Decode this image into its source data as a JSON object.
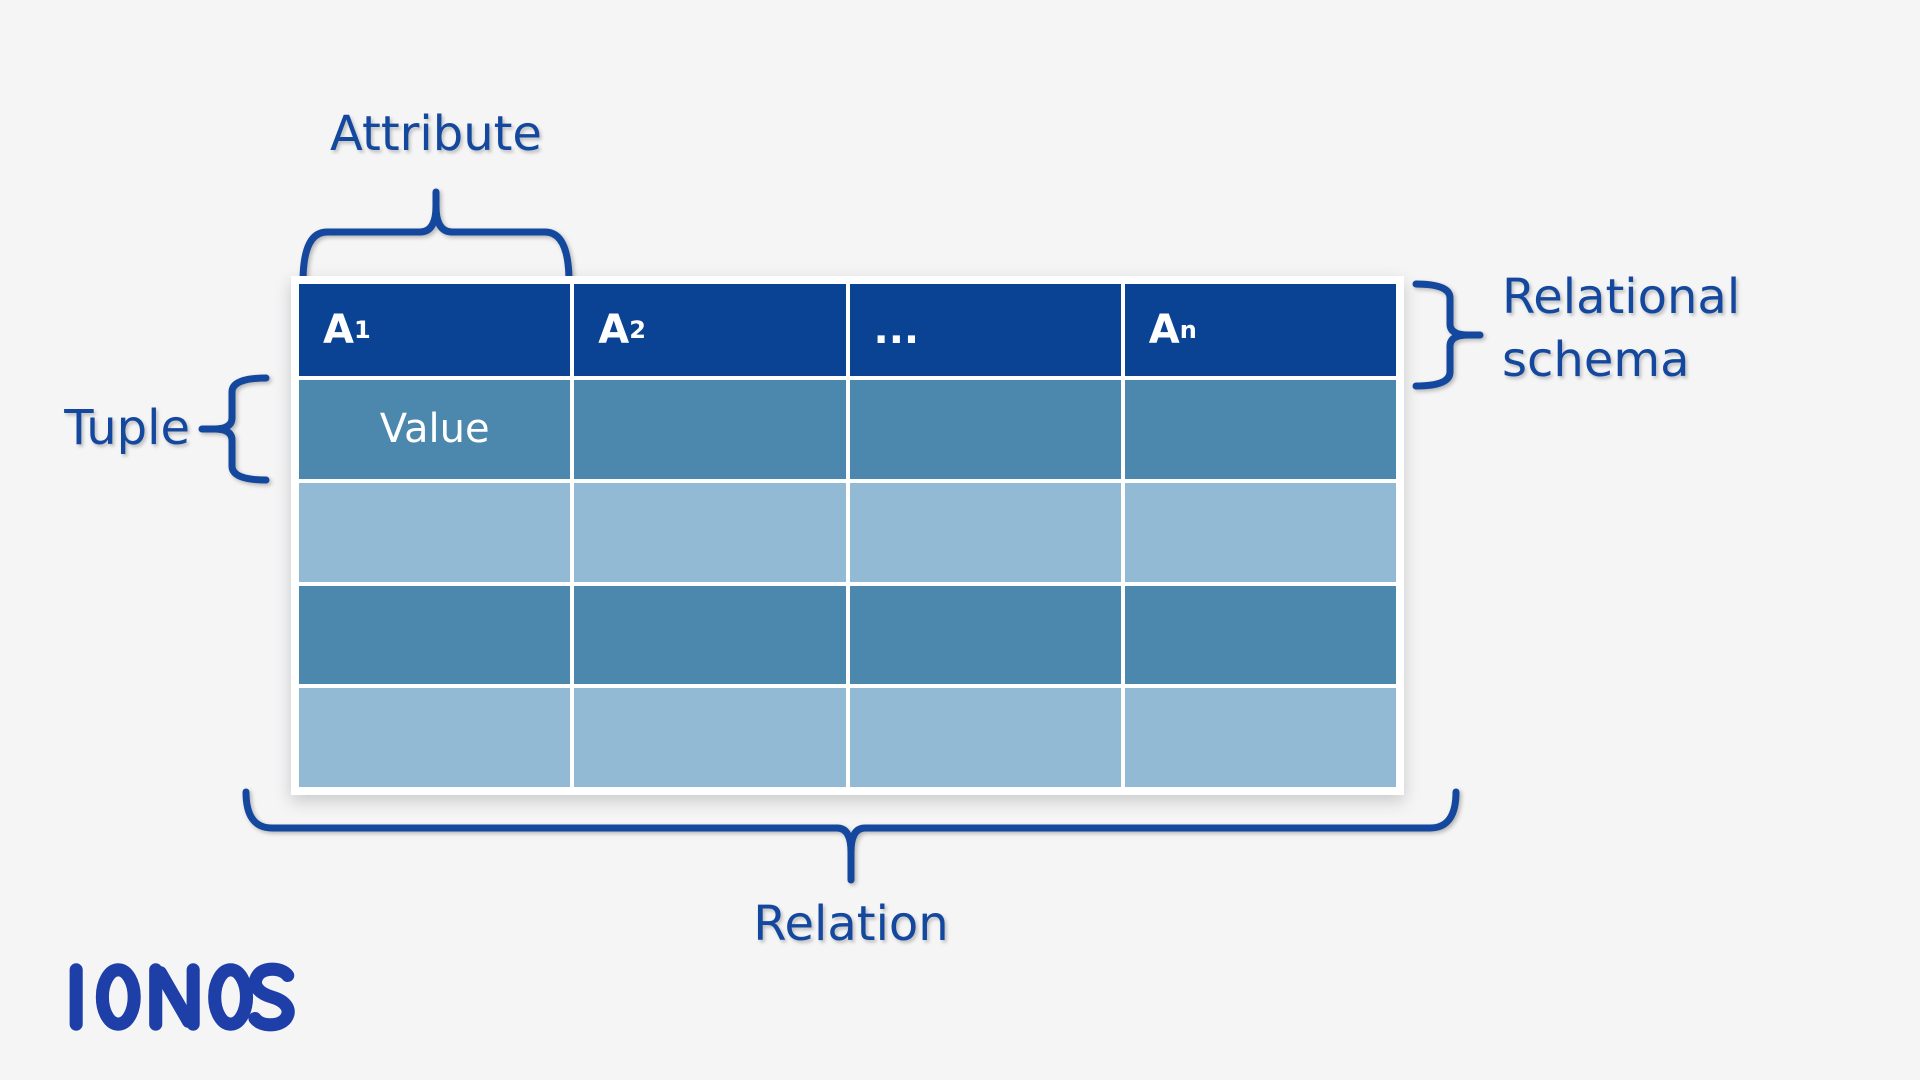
{
  "background_color": "#F5F5F6",
  "accent_color": "#14489E",
  "labels": {
    "attribute": "Attribute",
    "tuple": "Tuple",
    "relational_schema": "Relational schema",
    "relation": "Relation"
  },
  "table": {
    "header": {
      "bg": "#0B4394",
      "text_color": "#FFFFFF",
      "columns": [
        {
          "base": "A",
          "sub": "1"
        },
        {
          "base": "A",
          "sub": "2"
        },
        {
          "base": "...",
          "sub": ""
        },
        {
          "base": "A",
          "sub": "n"
        }
      ]
    },
    "row_colors": {
      "medium": "#4C87AE",
      "light": "#93BAD4"
    },
    "rows": [
      {
        "cells": [
          "Value",
          "",
          "",
          ""
        ]
      },
      {
        "cells": [
          "",
          "",
          "",
          ""
        ]
      },
      {
        "cells": [
          "",
          "",
          "",
          ""
        ]
      },
      {
        "cells": [
          "",
          "",
          "",
          ""
        ]
      }
    ]
  },
  "logo": {
    "text": "IONOS",
    "color": "#1E3EA8"
  }
}
